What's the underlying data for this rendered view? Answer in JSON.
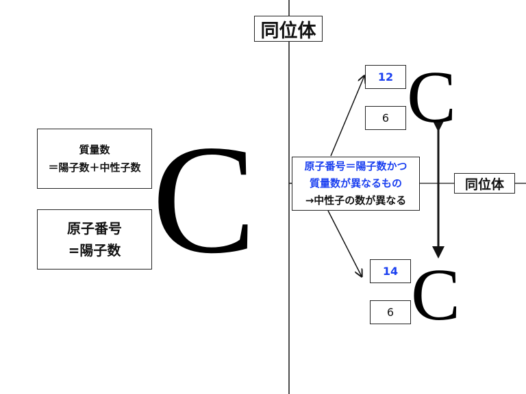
{
  "title_top": "同位体",
  "left": {
    "mass_number_box": {
      "line1": "質量数",
      "line2": "＝陽子数＋中性子数"
    },
    "atomic_number_box": {
      "line1": "原子番号",
      "line2": "=陽子数"
    },
    "element_symbol": "C"
  },
  "right": {
    "definition_box": {
      "line1": "原子番号＝陽子数かつ",
      "line2": "質量数が異なるもの",
      "line3": "→中性子の数が異なる"
    },
    "isotope_label": "同位体",
    "isotope_upper": {
      "mass_number": "12",
      "atomic_number": "6",
      "symbol": "C"
    },
    "isotope_lower": {
      "mass_number": "14",
      "atomic_number": "6",
      "symbol": "C"
    }
  },
  "colors": {
    "highlight": "#1a3ff0",
    "text": "#111111"
  }
}
